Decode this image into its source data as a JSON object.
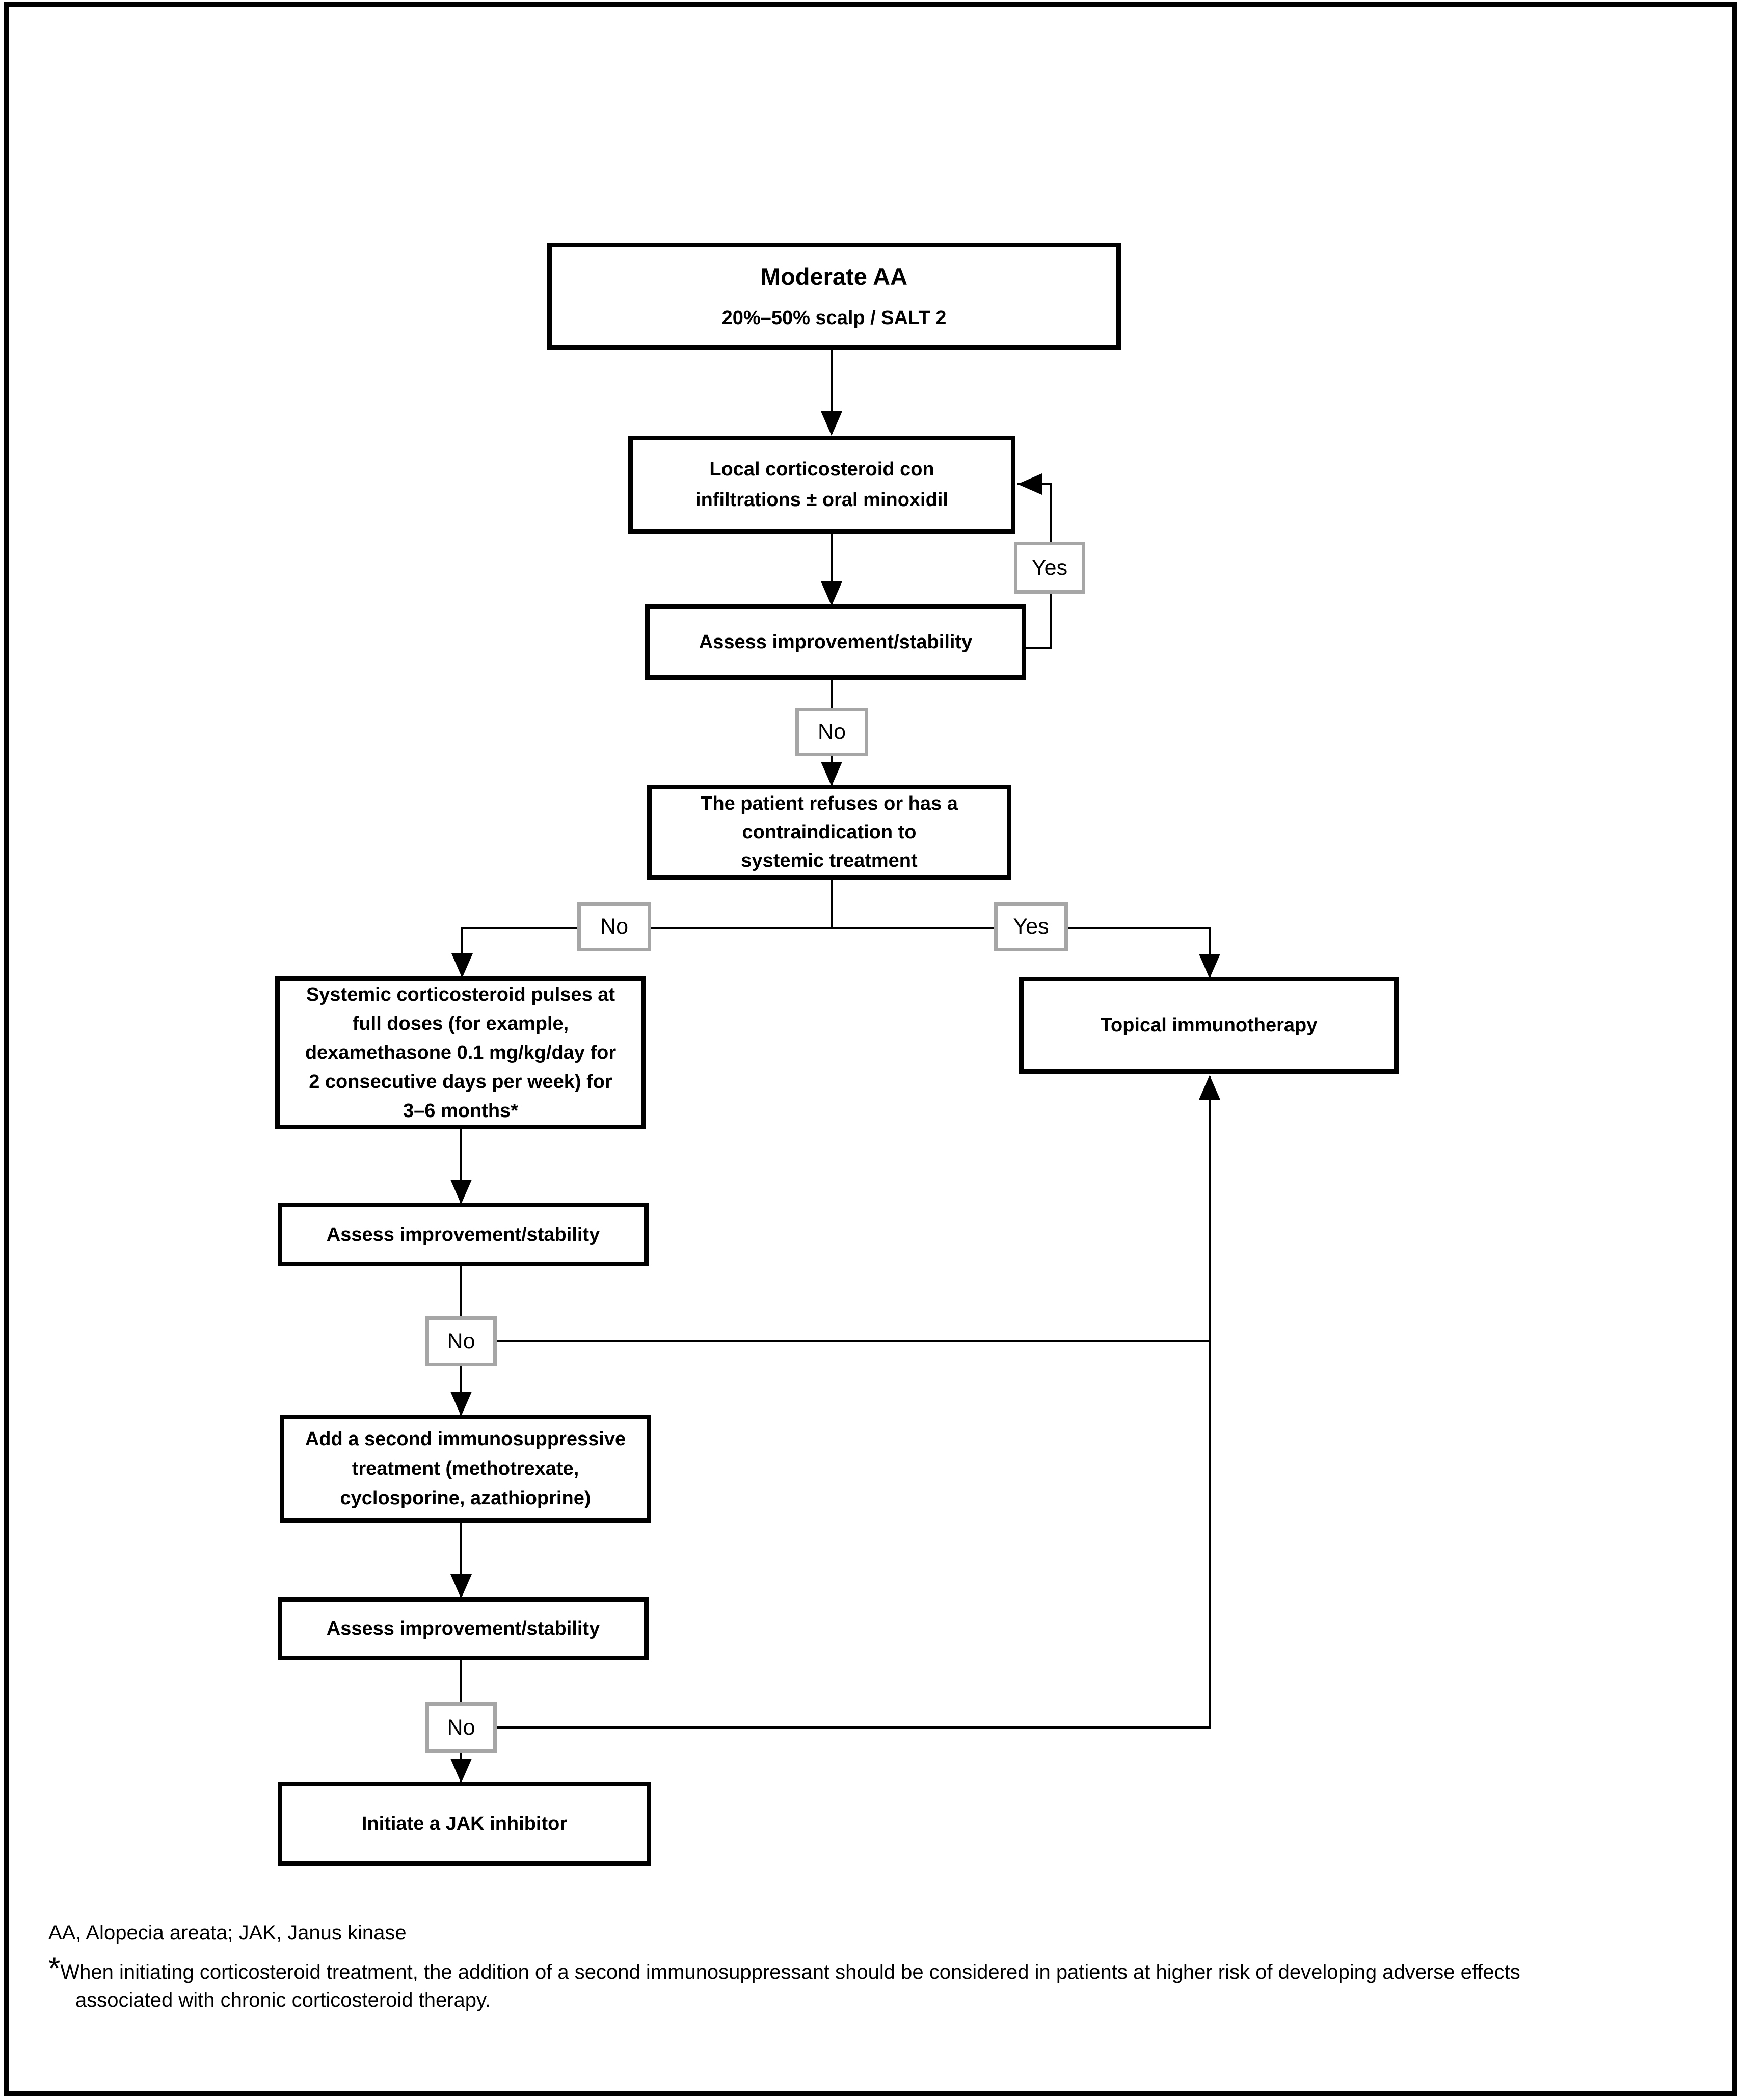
{
  "figure": {
    "type": "flowchart",
    "background_color": "#ffffff",
    "line_color": "#000000",
    "label_box_border_color": "#a6a6a6"
  },
  "nodes": {
    "moderate": {
      "title": "Moderate AA",
      "subtitle": "20%–50% scalp / SALT 2"
    },
    "local": {
      "text": "Local corticosteroid con\ninfiltrations ± oral minoxidil"
    },
    "assess1": {
      "text": "Assess improvement/stability"
    },
    "refuses": {
      "text": "The patient refuses or has a\ncontraindication to\nsystemic treatment"
    },
    "systemic": {
      "text": "Systemic corticosteroid pulses at\nfull doses (for example,\ndexamethasone 0.1 mg/kg/day for\n2 consecutive days per week) for\n3–6 months*"
    },
    "topical": {
      "text": "Topical immunotherapy"
    },
    "assess2": {
      "text": "Assess improvement/stability"
    },
    "addsecond": {
      "text": "Add a second immunosuppressive\ntreatment (methotrexate,\ncyclosporine, azathioprine)"
    },
    "assess3": {
      "text": "Assess improvement/stability"
    },
    "jak": {
      "text": "Initiate a JAK inhibitor"
    }
  },
  "labels": {
    "yes_loop": "Yes",
    "no_assess1": "No",
    "no_branch": "No",
    "yes_branch": "Yes",
    "no_assess2": "No",
    "no_assess3": "No"
  },
  "footnotes": {
    "abbreviations": "AA, Alopecia areata; JAK, Janus kinase",
    "asterisk": "*",
    "note_line1": "When initiating corticosteroid treatment, the addition of a second immunosuppressant should be considered in patients at higher risk of developing adverse effects",
    "note_line2": "associated with chronic corticosteroid therapy."
  }
}
